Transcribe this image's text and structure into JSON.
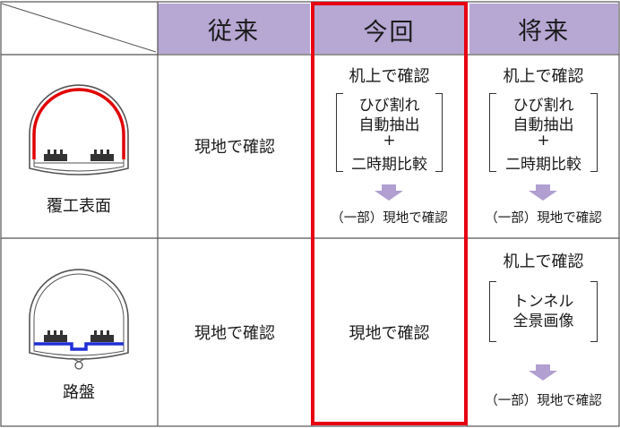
{
  "headers": {
    "col1": "従来",
    "col2": "今回",
    "col3": "将来"
  },
  "rows": [
    {
      "label": "覆工表面",
      "col1": "現地で確認",
      "col2": {
        "title": "机上で確認",
        "lines": [
          "ひび割れ",
          "自動抽出",
          "+",
          "二時期比較"
        ],
        "footer": "（一部）現地で確認"
      },
      "col3": {
        "title": "机上で確認",
        "lines": [
          "ひび割れ",
          "自動抽出",
          "+",
          "二時期比較"
        ],
        "footer": "（一部）現地で確認"
      }
    },
    {
      "label": "路盤",
      "col1": "現地で確認",
      "col2": "現地で確認",
      "col3": {
        "title": "机上で確認",
        "lines": [
          "トンネル",
          "全景画像"
        ],
        "footer": "（一部）現地で確認"
      }
    }
  ],
  "colors": {
    "header_bg": "#b6a7d3",
    "highlight": "#e60012",
    "lining": "#e00000",
    "roadbed": "#1f2fd6",
    "arrow": "#b09fd0"
  }
}
